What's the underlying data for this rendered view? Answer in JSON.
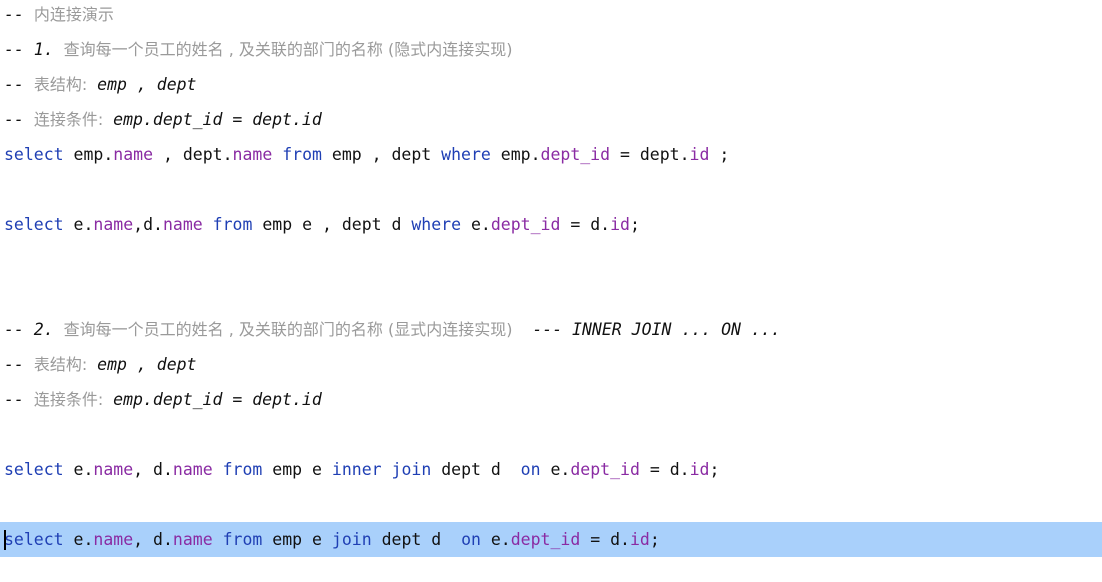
{
  "editor": {
    "lines": [
      {
        "type": "comment",
        "tokens": [
          {
            "t": "-- ",
            "c": "plain"
          },
          {
            "t": "内连接演示",
            "c": "zh"
          }
        ]
      },
      {
        "type": "comment",
        "tokens": [
          {
            "t": "-- 1. ",
            "c": "plain"
          },
          {
            "t": "查询每一个员工的姓名 , 及关联的部门的名称 (隐式内连接实现)",
            "c": "zh"
          }
        ]
      },
      {
        "type": "comment",
        "tokens": [
          {
            "t": "-- ",
            "c": "plain"
          },
          {
            "t": "表结构:",
            "c": "zh"
          },
          {
            "t": " emp , dept",
            "c": "plain"
          }
        ]
      },
      {
        "type": "comment",
        "tokens": [
          {
            "t": "-- ",
            "c": "plain"
          },
          {
            "t": "连接条件:",
            "c": "zh"
          },
          {
            "t": " emp.dept_id = dept.id",
            "c": "plain"
          }
        ]
      },
      {
        "type": "code",
        "tokens": [
          {
            "t": "select",
            "c": "kw"
          },
          {
            "t": " emp.",
            "c": "plain"
          },
          {
            "t": "name",
            "c": "fld"
          },
          {
            "t": " , dept.",
            "c": "plain"
          },
          {
            "t": "name",
            "c": "fld"
          },
          {
            "t": " ",
            "c": "plain"
          },
          {
            "t": "from",
            "c": "kw"
          },
          {
            "t": " emp , dept ",
            "c": "plain"
          },
          {
            "t": "where",
            "c": "kw"
          },
          {
            "t": " emp.",
            "c": "plain"
          },
          {
            "t": "dept_id",
            "c": "fld"
          },
          {
            "t": " = dept.",
            "c": "plain"
          },
          {
            "t": "id",
            "c": "fld"
          },
          {
            "t": " ;",
            "c": "plain"
          }
        ]
      },
      {
        "type": "blank",
        "tokens": []
      },
      {
        "type": "code",
        "tokens": [
          {
            "t": "select",
            "c": "kw"
          },
          {
            "t": " e.",
            "c": "plain"
          },
          {
            "t": "name",
            "c": "fld"
          },
          {
            "t": ",d.",
            "c": "plain"
          },
          {
            "t": "name",
            "c": "fld"
          },
          {
            "t": " ",
            "c": "plain"
          },
          {
            "t": "from",
            "c": "kw"
          },
          {
            "t": " emp e , dept d ",
            "c": "plain"
          },
          {
            "t": "where",
            "c": "kw"
          },
          {
            "t": " e.",
            "c": "plain"
          },
          {
            "t": "dept_id",
            "c": "fld"
          },
          {
            "t": " = d.",
            "c": "plain"
          },
          {
            "t": "id",
            "c": "fld"
          },
          {
            "t": ";",
            "c": "plain"
          }
        ]
      },
      {
        "type": "blank",
        "tokens": []
      },
      {
        "type": "blank",
        "tokens": []
      },
      {
        "type": "comment",
        "tokens": [
          {
            "t": "-- 2. ",
            "c": "plain"
          },
          {
            "t": "查询每一个员工的姓名 , 及关联的部门的名称 (显式内连接实现)",
            "c": "zh"
          },
          {
            "t": "  --- INNER JOIN ... ON ...",
            "c": "plain"
          }
        ]
      },
      {
        "type": "comment",
        "tokens": [
          {
            "t": "-- ",
            "c": "plain"
          },
          {
            "t": "表结构:",
            "c": "zh"
          },
          {
            "t": " emp , dept",
            "c": "plain"
          }
        ]
      },
      {
        "type": "comment",
        "tokens": [
          {
            "t": "-- ",
            "c": "plain"
          },
          {
            "t": "连接条件:",
            "c": "zh"
          },
          {
            "t": " emp.dept_id = dept.id",
            "c": "plain"
          }
        ]
      },
      {
        "type": "blank",
        "tokens": []
      },
      {
        "type": "code",
        "tokens": [
          {
            "t": "select",
            "c": "kw"
          },
          {
            "t": " e.",
            "c": "plain"
          },
          {
            "t": "name",
            "c": "fld"
          },
          {
            "t": ", d.",
            "c": "plain"
          },
          {
            "t": "name",
            "c": "fld"
          },
          {
            "t": " ",
            "c": "plain"
          },
          {
            "t": "from",
            "c": "kw"
          },
          {
            "t": " emp e ",
            "c": "plain"
          },
          {
            "t": "inner",
            "c": "kw"
          },
          {
            "t": " ",
            "c": "plain"
          },
          {
            "t": "join",
            "c": "kw"
          },
          {
            "t": " dept d  ",
            "c": "plain"
          },
          {
            "t": "on",
            "c": "kw"
          },
          {
            "t": " e.",
            "c": "plain"
          },
          {
            "t": "dept_id",
            "c": "fld"
          },
          {
            "t": " = d.",
            "c": "plain"
          },
          {
            "t": "id",
            "c": "fld"
          },
          {
            "t": ";",
            "c": "plain"
          }
        ]
      },
      {
        "type": "blank",
        "tokens": []
      },
      {
        "type": "code",
        "highlighted": true,
        "caret": true,
        "tokens": [
          {
            "t": "select",
            "c": "kw"
          },
          {
            "t": " e.",
            "c": "plain"
          },
          {
            "t": "name",
            "c": "fld"
          },
          {
            "t": ", d.",
            "c": "plain"
          },
          {
            "t": "name",
            "c": "fld"
          },
          {
            "t": " ",
            "c": "plain"
          },
          {
            "t": "from",
            "c": "kw"
          },
          {
            "t": " emp e ",
            "c": "plain"
          },
          {
            "t": "join",
            "c": "kw"
          },
          {
            "t": " dept d  ",
            "c": "plain"
          },
          {
            "t": "on",
            "c": "kw"
          },
          {
            "t": " e.",
            "c": "plain"
          },
          {
            "t": "dept_id",
            "c": "fld"
          },
          {
            "t": " = d.",
            "c": "plain"
          },
          {
            "t": "id",
            "c": "fld"
          },
          {
            "t": ";",
            "c": "plain"
          }
        ]
      }
    ]
  },
  "colors": {
    "keyword": "#1f3fb4",
    "field": "#8a2ba3",
    "comment": "#8c8c8c",
    "text": "#111111",
    "selection_line": "#a9d0fb",
    "background": "#ffffff"
  }
}
